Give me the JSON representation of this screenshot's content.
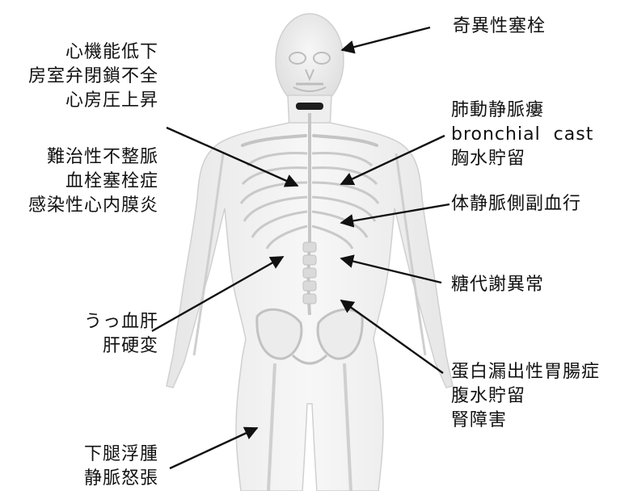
{
  "labels": {
    "paradoxical_embolism": [
      "奇異性塞栓"
    ],
    "cardiac": [
      "心機能低下",
      "房室弁閉鎖不全",
      "心房圧上昇"
    ],
    "pulmonary": [
      "肺動静脈瘻",
      "bronchial  cast",
      "胸水貯留"
    ],
    "arrhythmia": [
      "難治性不整脈",
      "血栓塞栓症",
      "感染性心内膜炎"
    ],
    "systemic_venous": [
      "体静脈側副血行"
    ],
    "glucose": [
      "糖代謝異常"
    ],
    "liver": [
      "うっ血肝",
      "肝硬変"
    ],
    "protein_losing": [
      "蛋白漏出性胃腸症",
      "腹水貯留",
      "腎障害"
    ],
    "leg": [
      "下腿浮腫",
      "静脈怒張"
    ]
  },
  "colors": {
    "body_fill": "#f1f1f1",
    "body_outline": "#d2d2d2",
    "bone": "#c9c9c9",
    "neck_band": "#1e1e1e",
    "arrow": "#111111"
  }
}
